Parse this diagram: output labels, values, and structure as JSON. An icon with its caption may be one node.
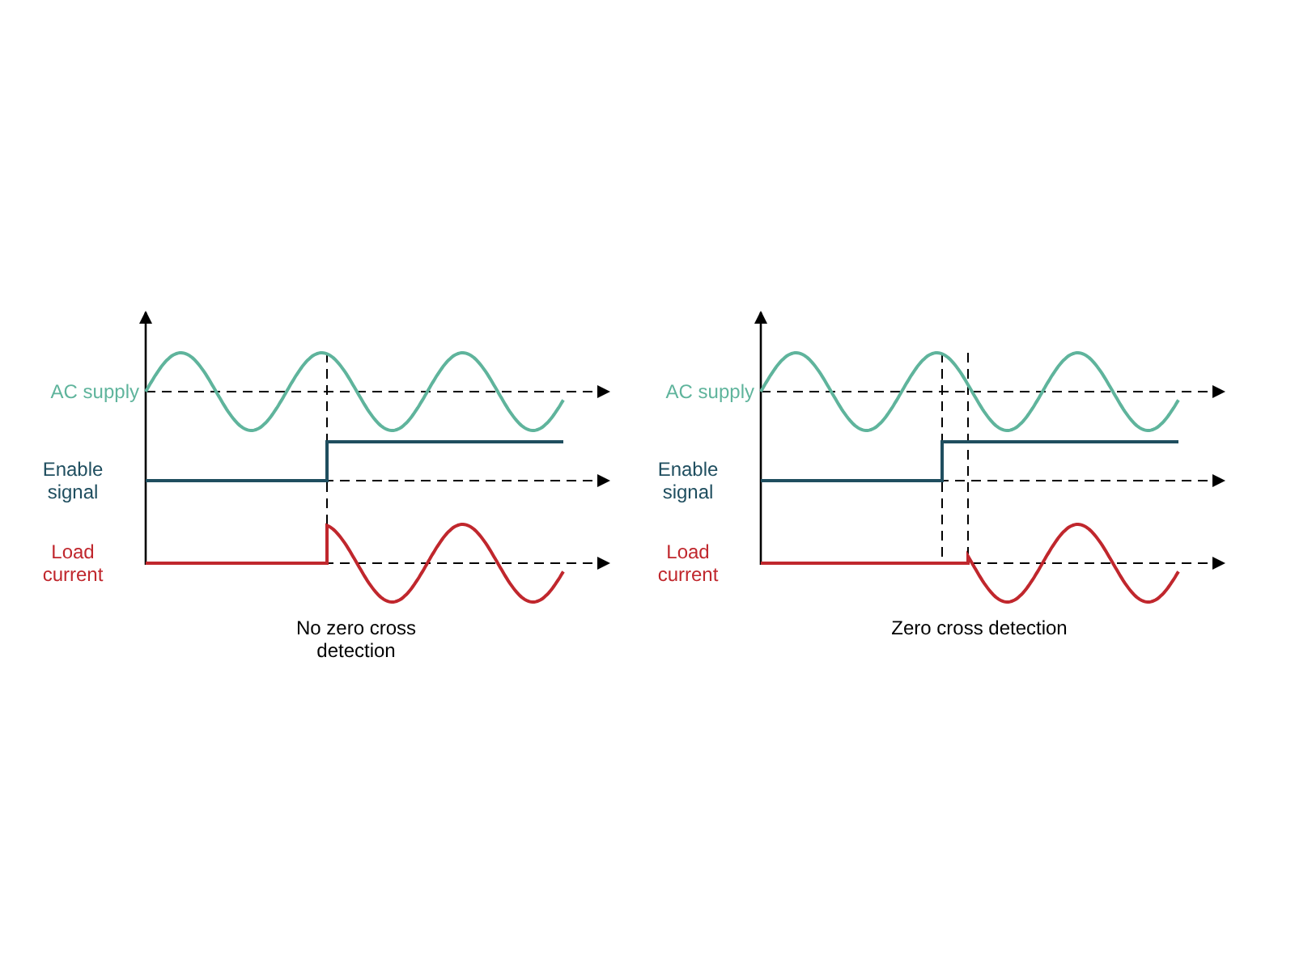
{
  "diagram": {
    "labels": [
      "AC supply",
      "Enable signal",
      "Load current",
      "No zero cross detection",
      "AC supply",
      "Enable signal",
      "Load current",
      "Zero cross detection"
    ]
  }
}
